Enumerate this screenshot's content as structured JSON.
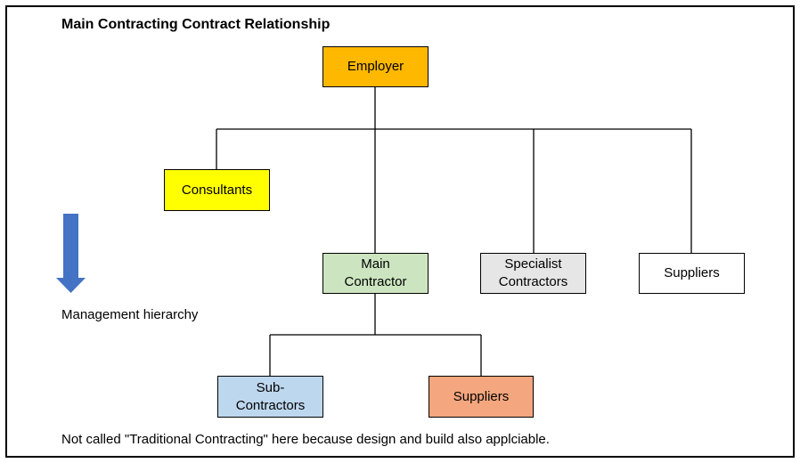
{
  "title": "Main Contracting Contract Relationship",
  "nodes": {
    "employer": {
      "label": "Employer",
      "color": "#FFB800"
    },
    "consultants": {
      "label": "Consultants",
      "color": "#FFFF00"
    },
    "main_contractor": {
      "label": "Main\nContractor",
      "color": "#CCE5C0"
    },
    "specialist_contractors": {
      "label": "Specialist\nContractors",
      "color": "#E6E6E6"
    },
    "suppliers_top": {
      "label": "Suppliers",
      "color": "#FFFFFF"
    },
    "sub_contractors": {
      "label": "Sub-\nContractors",
      "color": "#BDD7EE"
    },
    "suppliers_bottom": {
      "label": "Suppliers",
      "color": "#F4A67E"
    }
  },
  "legend": {
    "arrow_color": "#4472C4",
    "label": "Management hierarchy"
  },
  "footnote": "Not called \"Traditional Contracting\" here because design and build also applciable."
}
